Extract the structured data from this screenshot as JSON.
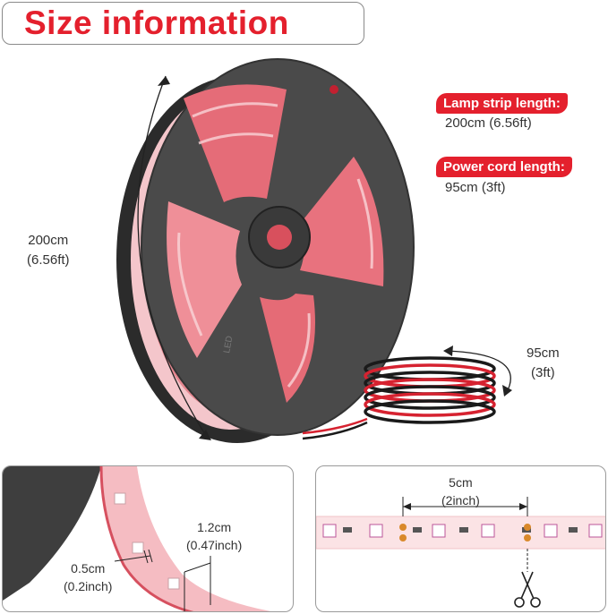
{
  "title": "Size information",
  "specs": {
    "lamp_strip_label": "Lamp strip length:",
    "lamp_strip_value": "200cm (6.56ft)",
    "power_cord_label": "Power cord length:",
    "power_cord_value": "95cm (3ft)"
  },
  "reel": {
    "length_cm": "200cm",
    "length_ft": "(6.56ft)",
    "hub_marking": "LED"
  },
  "cord": {
    "length_cm": "95cm",
    "length_ft": "(3ft)"
  },
  "thickness_panel": {
    "width_cm": "1.2cm",
    "width_inch": "(0.47inch)",
    "thickness_cm": "0.5cm",
    "thickness_inch": "(0.2inch)"
  },
  "cut_panel": {
    "interval_cm": "5cm",
    "interval_inch": "(2inch)",
    "cut_icon": "scissors-icon"
  },
  "colors": {
    "accent": "#e4202d",
    "reel": "#454545",
    "strip_pink": "#f2a5ad",
    "led_red": "#e63946"
  }
}
